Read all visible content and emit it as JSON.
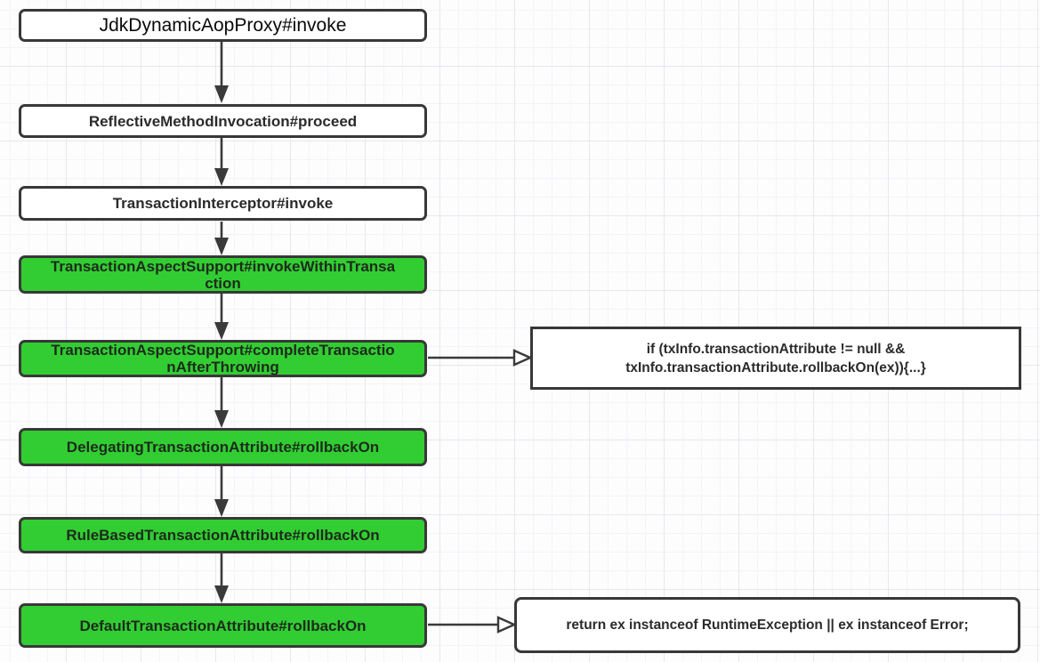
{
  "diagram": {
    "colors": {
      "green_fill": "#32cd32",
      "node_border": "#383838",
      "arrow": "#3a3a3a",
      "text": "#2b2b2b",
      "grid_minor": "#f4f3f7",
      "grid_major": "#e8e7ec"
    },
    "nodes": [
      {
        "label": "JdkDynamicAopProxy#invoke",
        "fill": "white"
      },
      {
        "label": "ReflectiveMethodInvocation#proceed",
        "fill": "white"
      },
      {
        "label": "TransactionInterceptor#invoke",
        "fill": "white"
      },
      {
        "label": "TransactionAspectSupport#invokeWithinTransaction",
        "fill": "green"
      },
      {
        "label": "TransactionAspectSupport#completeTransactionAfterThrowing",
        "fill": "green"
      },
      {
        "label": "DelegatingTransactionAttribute#rollbackOn",
        "fill": "green"
      },
      {
        "label": "RuleBasedTransactionAttribute#rollbackOn",
        "fill": "green"
      },
      {
        "label": "DefaultTransactionAttribute#rollbackOn",
        "fill": "green"
      }
    ],
    "annotations": [
      {
        "label": "if (txInfo.transactionAttribute != null && txInfo.transactionAttribute.rollbackOn(ex)){...}"
      },
      {
        "label": "return ex instanceof RuntimeException || ex instanceof Error;"
      }
    ]
  }
}
